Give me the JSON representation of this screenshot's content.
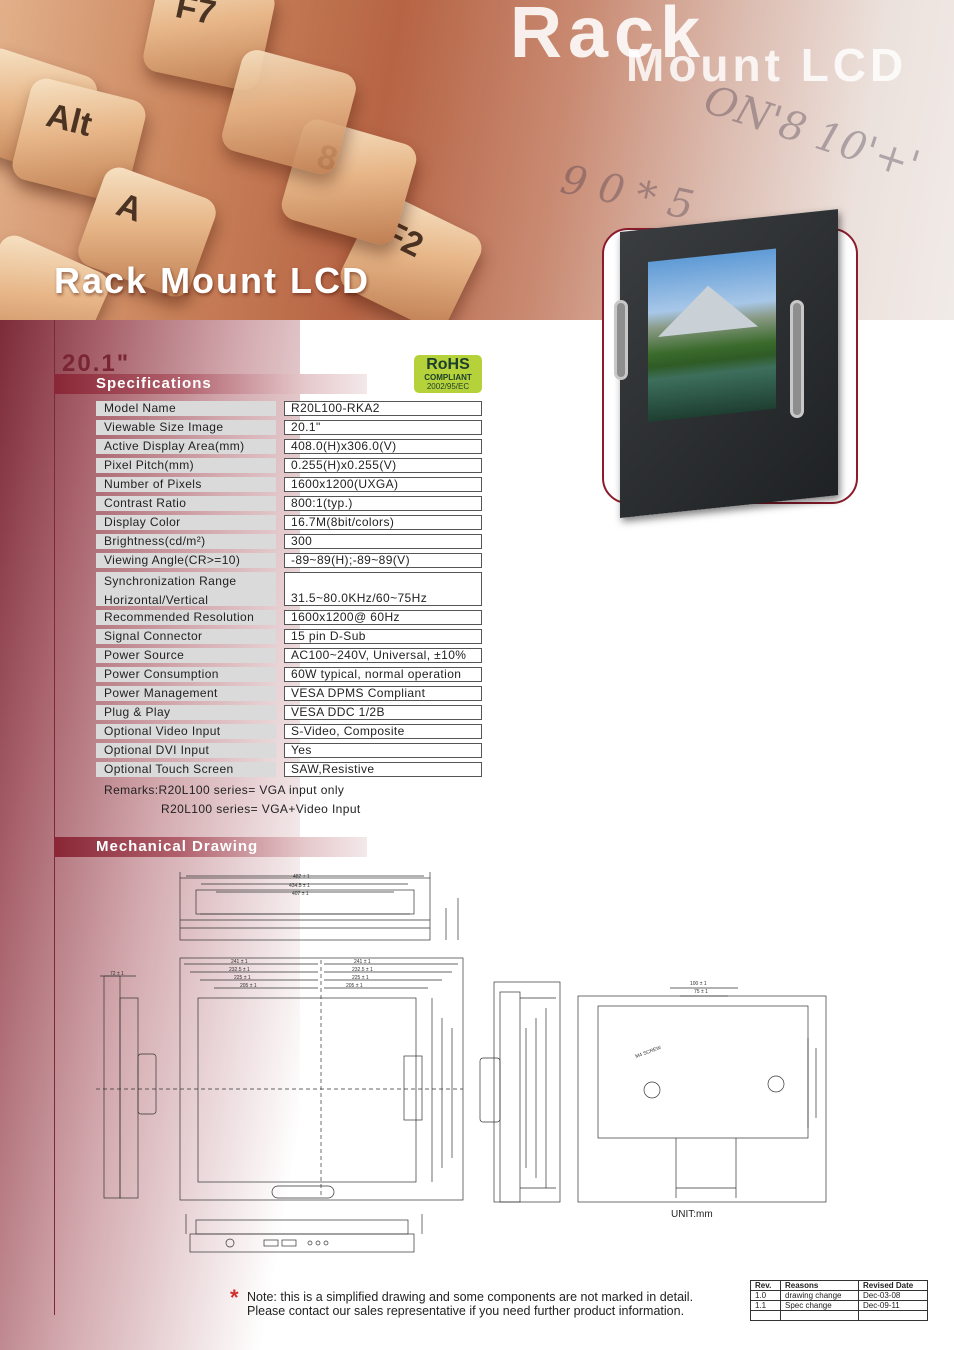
{
  "banner": {
    "title_big_1": "Rack",
    "title_big_2": "Mount LCD",
    "title_main": "Rack Mount LCD",
    "keys": [
      "Alt",
      "A",
      "F7",
      "F2",
      "8"
    ]
  },
  "product": {
    "size": "20.1\"",
    "rohs": {
      "line1": "RoHS",
      "line2": "COMPLIANT",
      "line3": "2002/95/EC"
    }
  },
  "sections": {
    "specifications": "Specifications",
    "mechanical": "Mechanical Drawing"
  },
  "specs": [
    {
      "label": "Model Name",
      "value": "R20L100-RKA2"
    },
    {
      "label": "Viewable Size Image",
      "value": "20.1\""
    },
    {
      "label": "Active Display Area(mm)",
      "value": "408.0(H)x306.0(V)"
    },
    {
      "label": "Pixel Pitch(mm)",
      "value": "0.255(H)x0.255(V)"
    },
    {
      "label": "Number of Pixels",
      "value": "1600x1200(UXGA)"
    },
    {
      "label": "Contrast Ratio",
      "value": "800:1(typ.)"
    },
    {
      "label": "Display Color",
      "value": "16.7M(8bit/colors)"
    },
    {
      "label": "Brightness(cd/m²)",
      "value": "300"
    },
    {
      "label": "Viewing Angle(CR>=10)",
      "value": "-89~89(H);-89~89(V)"
    },
    {
      "label": "Synchronization Range",
      "label2": "Horizontal/Vertical",
      "value": "31.5~80.0KHz/60~75Hz"
    },
    {
      "label": "Recommended Resolution",
      "value": "1600x1200@  60Hz"
    },
    {
      "label": "Signal Connector",
      "value": "15 pin D-Sub"
    },
    {
      "label": "Power Source",
      "value": "AC100~240V, Universal, ±10%"
    },
    {
      "label": "Power Consumption",
      "value": "60W typical, normal operation"
    },
    {
      "label": "Power Management",
      "value": "VESA DPMS Compliant"
    },
    {
      "label": "Plug & Play",
      "value": "VESA DDC 1/2B"
    },
    {
      "label": "Optional Video Input",
      "value": "S-Video, Composite"
    },
    {
      "label": "Optional DVI Input",
      "value": "Yes"
    },
    {
      "label": "Optional Touch Screen",
      "value": "SAW,Resistive"
    }
  ],
  "remarks": {
    "line1": "Remarks:R20L100 series= VGA input only",
    "line2": "R20L100 series= VGA+Video Input"
  },
  "drawing": {
    "top_dims": [
      "482 ± 1",
      "434.5 ± 1",
      "407 ± 1"
    ],
    "front_dims": [
      "241 ± 1",
      "232.5 ± 1",
      "225 ± 1",
      "205 ± 1",
      "241 ± 1",
      "232.5 ± 1",
      "225 ± 1",
      "205 ± 1"
    ],
    "side_dims": [
      "72 ± 1"
    ],
    "rear_dims": [
      "100 ± 1",
      "75 ± 1",
      "M4 SCREW"
    ],
    "unit": "UNIT:mm"
  },
  "note": {
    "star": "*",
    "line1": "Note: this is a simplified drawing and some components are not marked in detail.",
    "line2": "Please contact our sales representative if you need further product information."
  },
  "revisions": {
    "headers": [
      "Rev.",
      "Reasons",
      "Revised Date"
    ],
    "rows": [
      [
        "1.0",
        "drawing change",
        "Dec-03-08"
      ],
      [
        "1.1",
        "Spec change",
        "Dec-09-11"
      ],
      [
        "",
        "",
        ""
      ]
    ]
  },
  "colors": {
    "accent": "#7a2534",
    "rohs_green": "#b5d23a",
    "note_star": "#d12e2e"
  }
}
